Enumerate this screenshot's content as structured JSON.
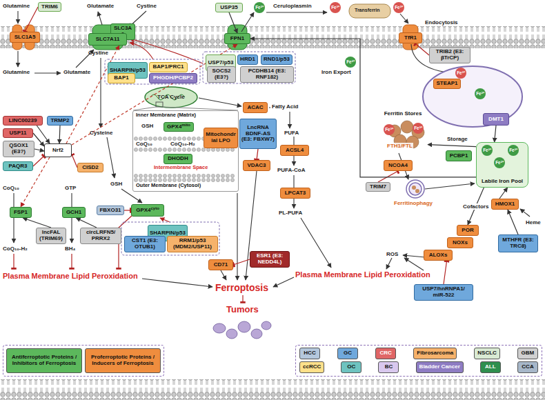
{
  "diagram": {
    "nodes": [
      {
        "text": [
          "TRIM6"
        ]
      },
      {
        "text": [
          "SLC1A5"
        ]
      },
      {
        "text": [
          "SLC3A2"
        ]
      },
      {
        "text": [
          "SLC7A11"
        ]
      },
      {
        "text": [
          "USP35"
        ]
      },
      {
        "text": [
          "FPN1"
        ]
      },
      {
        "text": [
          "TfR1"
        ]
      },
      {
        "text": [
          "TRIB2 (E3: βTrCP)"
        ]
      },
      {
        "text": [
          "USP7/p53"
        ]
      },
      {
        "text": [
          "HRD1"
        ]
      },
      {
        "text": [
          "RND1/p53"
        ]
      },
      {
        "text": [
          "SOCS2 (E3?)"
        ]
      },
      {
        "text": [
          "PCDHB14 (E3: RNF182)"
        ]
      },
      {
        "text": [
          "SHARPIN/p53"
        ]
      },
      {
        "text": [
          "BAP1/PRC1"
        ]
      },
      {
        "text": [
          "BAP1"
        ]
      },
      {
        "text": [
          "PHGDH/PCBP2"
        ]
      },
      {
        "text": [
          "LINC00239"
        ]
      },
      {
        "text": [
          "TRMP2"
        ]
      },
      {
        "text": [
          "USP11"
        ]
      },
      {
        "text": [
          "QSOX1 (E3?)"
        ]
      },
      {
        "text": [
          "PAQR3"
        ]
      },
      {
        "text": [
          "Nrf2"
        ]
      },
      {
        "text": [
          "CISD2"
        ]
      },
      {
        "text": [
          "FSP1"
        ]
      },
      {
        "text": [
          "GCH1"
        ]
      },
      {
        "text": [
          "lncFAL (TRIM69)"
        ]
      },
      {
        "text": [
          "circLRFN5/ PRRX2"
        ]
      },
      {
        "text": [
          "FBXO31"
        ]
      },
      {
        "text": [
          "GPX4",
          "cyto"
        ]
      },
      {
        "text": [
          "SHARPIN/p53"
        ]
      },
      {
        "text": [
          "CST1 (E3: OTUB1)"
        ]
      },
      {
        "text": [
          "RRM1/p53 (MDM2/USP11)"
        ]
      },
      {
        "text": [
          "Inner Membrane (Matrix)",
          "Intermembrane Space",
          "Outer Membrane (Cytosol)"
        ]
      },
      {
        "text": [
          "GPX4",
          "mito"
        ],
        "in": 33
      },
      {
        "text": [
          "DHODH"
        ],
        "in": 33
      },
      {
        "text": [
          "Mitochondrial LPO"
        ],
        "in": 33
      },
      {
        "text": [
          "ACAC"
        ]
      },
      {
        "text": [
          "LncRNA BDNF-AS (E3: FBXW7)"
        ]
      },
      {
        "text": [
          "VDAC3"
        ]
      },
      {
        "text": [
          "ACSL4"
        ]
      },
      {
        "text": [
          "LPCAT3"
        ]
      },
      {
        "text": [
          "CD71"
        ]
      },
      {
        "text": [
          "ESR1 (E3: NEDD4L)"
        ]
      },
      {
        "text": [
          "STEAP1"
        ]
      },
      {
        "text": [
          "Ferritin Stores"
        ]
      },
      {
        "text": [
          "PCBP1"
        ]
      },
      {
        "text": [
          "DMT1"
        ]
      },
      {
        "text": [
          "Labile Iron Pool"
        ]
      },
      {
        "text": [
          "NCOA4"
        ]
      },
      {
        "text": [
          "TRIM7"
        ]
      },
      {
        "text": [
          "HMOX1"
        ]
      },
      {
        "text": [
          "POR"
        ]
      },
      {
        "text": [
          "NOXs"
        ]
      },
      {
        "text": [
          "ALOXs"
        ]
      },
      {
        "text": [
          "MTHFR (E3: TRC8)"
        ]
      },
      {
        "text": [
          "USP7/hnRNPA1/ miR-522"
        ]
      }
    ],
    "edges": [
      {
        "from": 0,
        "to": 1,
        "arrow": "to"
      },
      {
        "from": 4,
        "to": 5,
        "arrow": "to"
      },
      {
        "from": 7,
        "to": 6,
        "arrow": "to"
      },
      {
        "from": 22,
        "to": 3,
        "arrow": "to"
      },
      {
        "from": 22,
        "to": 5,
        "arrow": "to"
      },
      {
        "from": 22,
        "to": 24,
        "arrow": "to"
      },
      {
        "from": 17,
        "to": 22,
        "arrow": "to"
      },
      {
        "from": 18,
        "to": 22,
        "arrow": "to"
      },
      {
        "from": 19,
        "to": 22,
        "arrow": "to"
      },
      {
        "from": 20,
        "to": 22,
        "arrow": "to"
      },
      {
        "from": 21,
        "to": 22,
        "arrow": "to"
      },
      {
        "from": 23,
        "to": 22,
        "arrow": "to"
      },
      {
        "from": 28,
        "to": 29,
        "arrow": "to"
      },
      {
        "from": 26,
        "to": 24,
        "arrow": "to"
      },
      {
        "from": 27,
        "to": 25,
        "arrow": "to"
      },
      {
        "from": 34,
        "to": 36,
        "arrow": "to"
      },
      {
        "from": 38,
        "to": 39,
        "arrow": "to"
      },
      {
        "from": 43,
        "to": 42,
        "arrow": "to"
      },
      {
        "from": 50,
        "to": 49,
        "arrow": "to"
      },
      {
        "from": 55,
        "to": 51,
        "arrow": "to"
      },
      {
        "from": 56,
        "to": 54,
        "arrow": "to"
      },
      {
        "from": 47,
        "to": 48,
        "arrow": "to"
      },
      {
        "from": 48,
        "to": 45,
        "arrow": "to"
      },
      {
        "from": 51,
        "to": 48,
        "arrow": "to"
      },
      {
        "from": 48,
        "to": 52,
        "label": "Cofactors",
        "arrow": "to"
      },
      {
        "from": 48,
        "to": 5,
        "arrow": "to"
      }
    ],
    "labels": [
      "Glutamine",
      "Glutamate",
      "Cystine",
      "Glutamine",
      "Glutamate",
      "Cystine",
      "Cysteine",
      "GSH",
      "CoQ₁₀",
      "GTP",
      "CoQ₁₀-H₂",
      "BH₄",
      "TCA Cycle",
      "GSH",
      "CoQ₁₀",
      "CoQ₁₀-H₂",
      "Fatty Acid",
      "PUFA",
      "PUFA-CoA",
      "PL-PUFA",
      "Plasma Membrane Lipid Peroxidation",
      "Plasma Membrane Lipid Peroxidation",
      "Ferroptosis",
      "Tumors",
      "Fe²⁺",
      "Ceruloplasmin",
      "Fe³⁺",
      "Transferrin",
      "Fe³⁺",
      "Endocytosis",
      "Fe³⁺",
      "Fe²⁺",
      "Fe²⁺",
      "Iron Export",
      "Storage",
      "FTH1/FTL",
      "Fe³⁺",
      "Fe³⁺",
      "Fe²⁺",
      "Fe²⁺",
      "Fe²⁺",
      "Ferritinophagy",
      "Heme",
      "ROS"
    ],
    "legend": [
      {
        "text": "Antiferroptotic Proteins / Inhibitors of Ferroptosis",
        "color": "#5cb85c"
      },
      {
        "text": "Proferroptotic Proteins / Inducers of Ferroptosis",
        "color": "#ef8d3e"
      },
      {
        "text": "HCC",
        "color": "#b4c7dc"
      },
      {
        "text": "GC",
        "color": "#6fa8dc"
      },
      {
        "text": "CRC",
        "color": "#e06666"
      },
      {
        "text": "Fibrosarcoma",
        "color": "#f6b26b"
      },
      {
        "text": "NSCLC",
        "color": "#d9ead3"
      },
      {
        "text": "GBM",
        "color": "#d0d0d0"
      },
      {
        "text": "ccRCC",
        "color": "#ffe08a"
      },
      {
        "text": "OC",
        "color": "#6ec3c0"
      },
      {
        "text": "BC",
        "color": "#d9c8ee"
      },
      {
        "text": "Bladder Cancer",
        "color": "#8e7cc3"
      },
      {
        "text": "ALL",
        "color": "#2f8f4e"
      },
      {
        "text": "CCA",
        "color": "#a7b7c9"
      }
    ]
  }
}
